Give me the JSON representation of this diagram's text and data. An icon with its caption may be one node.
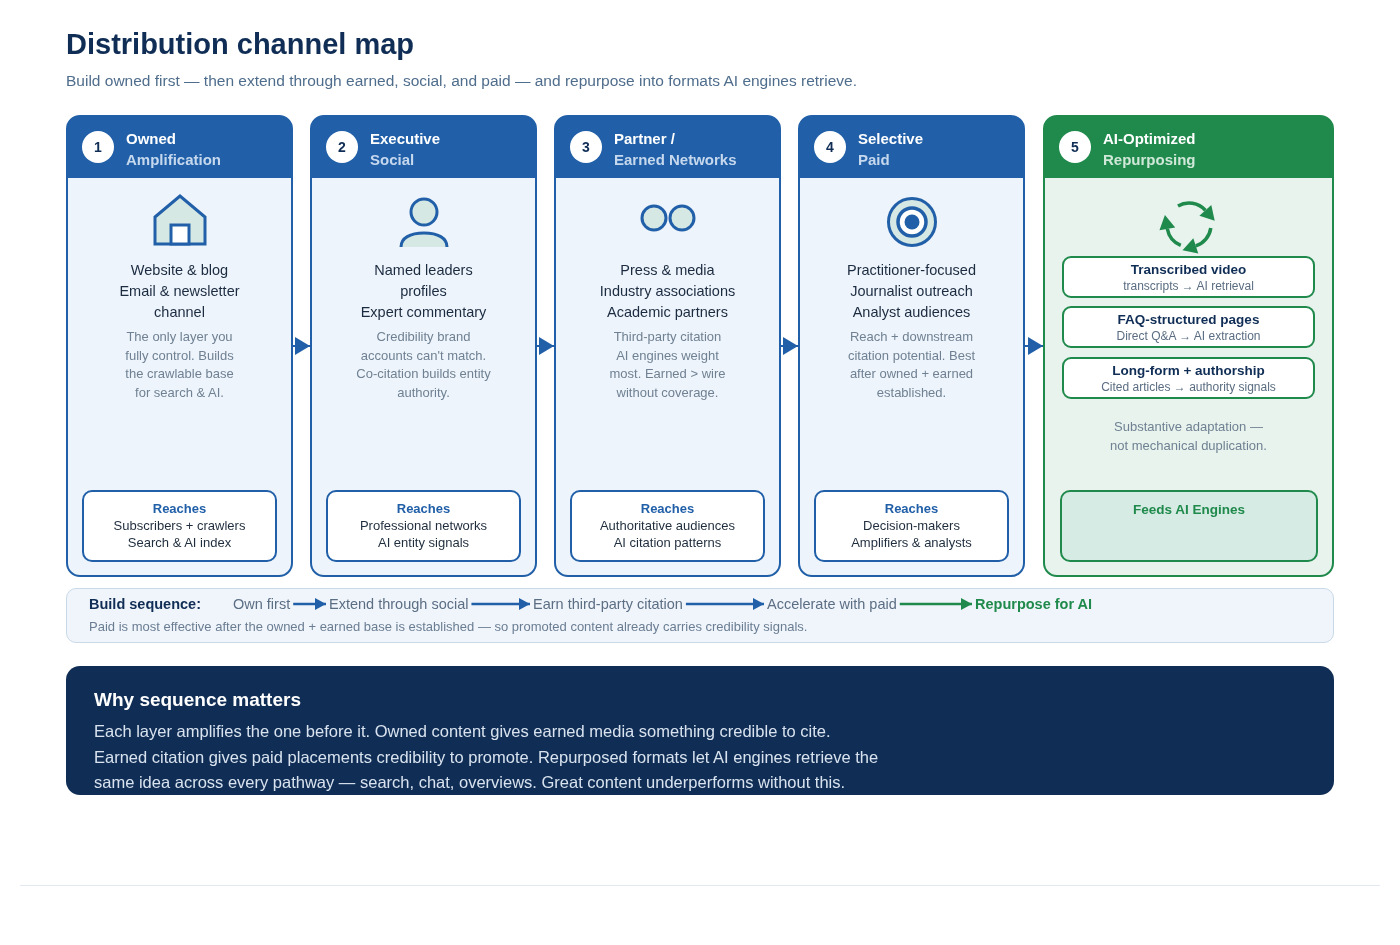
{
  "diagram": {
    "title": "Distribution channel map",
    "nodes": [
      {
        "text": [
          "Owned",
          "Amplification",
          "Website & blog",
          "Email & newsletter",
          "channel",
          "The only layer you fully control. Builds the crawlable base for search & AI."
        ]
      },
      {
        "text": [
          "1"
        ],
        "in": 0
      },
      {
        "text": [
          "Reaches",
          "Subscribers + crawlers",
          "Search & AI index"
        ],
        "in": 0
      },
      {
        "text": [
          "Executive",
          "Social",
          "Named leaders",
          "profiles",
          "Expert commentary",
          "Credibility brand accounts can't match. Co-citation builds entity authority."
        ]
      },
      {
        "text": [
          "2"
        ],
        "in": 3
      },
      {
        "text": [
          "Reaches",
          "Professional networks",
          "AI entity signals"
        ],
        "in": 3
      },
      {
        "text": [
          "Partner /",
          "Earned Networks",
          "Press & media",
          "Industry associations",
          "Academic partners",
          "Third-party citation AI engines weight most. Earned > wire without coverage."
        ]
      },
      {
        "text": [
          "3"
        ],
        "in": 6
      },
      {
        "text": [
          "Reaches",
          "Authoritative audiences",
          "AI citation patterns"
        ],
        "in": 6
      },
      {
        "text": [
          "Selective",
          "Paid",
          "Practitioner-focused",
          "Journalist outreach",
          "Analyst audiences",
          "Reach + downstream citation potential. Best after owned + earned established."
        ]
      },
      {
        "text": [
          "4"
        ],
        "in": 9
      },
      {
        "text": [
          "Reaches",
          "Decision-makers",
          "Amplifiers & analysts"
        ],
        "in": 9
      },
      {
        "text": [
          "AI-Optimized",
          "Repurposing",
          "Substantive adaptation — not mechanical duplication."
        ]
      },
      {
        "text": [
          "5"
        ],
        "in": 12
      },
      {
        "text": [
          "Transcribed video",
          "transcripts → AI retrieval"
        ],
        "in": 12
      },
      {
        "text": [
          "FAQ-structured pages",
          "Direct Q&A → AI extraction"
        ],
        "in": 12
      },
      {
        "text": [
          "Long-form + authorship",
          "Cited articles → authority signals"
        ],
        "in": 12
      },
      {
        "text": [
          "Feeds AI Engines"
        ],
        "in": 12
      },
      {
        "text": [
          "Build sequence:",
          "Paid is most effective after the owned + earned base is established — so promoted content already carries credibility signals."
        ]
      },
      {
        "text": [
          "Own first"
        ],
        "in": 18
      },
      {
        "text": [
          "Extend through social"
        ],
        "in": 18
      },
      {
        "text": [
          "Earn third-party citation"
        ],
        "in": 18
      },
      {
        "text": [
          "Accelerate with paid"
        ],
        "in": 18
      },
      {
        "text": [
          "Repurpose for AI"
        ],
        "in": 18
      },
      {
        "text": [
          "Why sequence matters",
          "Each layer amplifies the one before it. Owned content gives earned media something credible to cite. Earned citation gives paid placements credibility to promote. Repurposed formats let AI engines retrieve the same idea across every pathway — search, chat, overviews. Great content underperforms without this."
        ]
      }
    ],
    "edges": [
      {
        "from": 0,
        "to": 3,
        "arrow": "to"
      },
      {
        "from": 3,
        "to": 6,
        "arrow": "to"
      },
      {
        "from": 6,
        "to": 9,
        "arrow": "to"
      },
      {
        "from": 9,
        "to": 12,
        "arrow": "to"
      },
      {
        "from": 19,
        "to": 20,
        "arrow": "to"
      },
      {
        "from": 20,
        "to": 21,
        "arrow": "to"
      },
      {
        "from": 21,
        "to": 22,
        "arrow": "to"
      },
      {
        "from": 22,
        "to": 23,
        "arrow": "to",
        "color": "#1f8a4c"
      }
    ],
    "labels": [
      "Build owned first — then extend through earned, social, and paid — and repurpose into formats AI engines retrieve."
    ]
  }
}
